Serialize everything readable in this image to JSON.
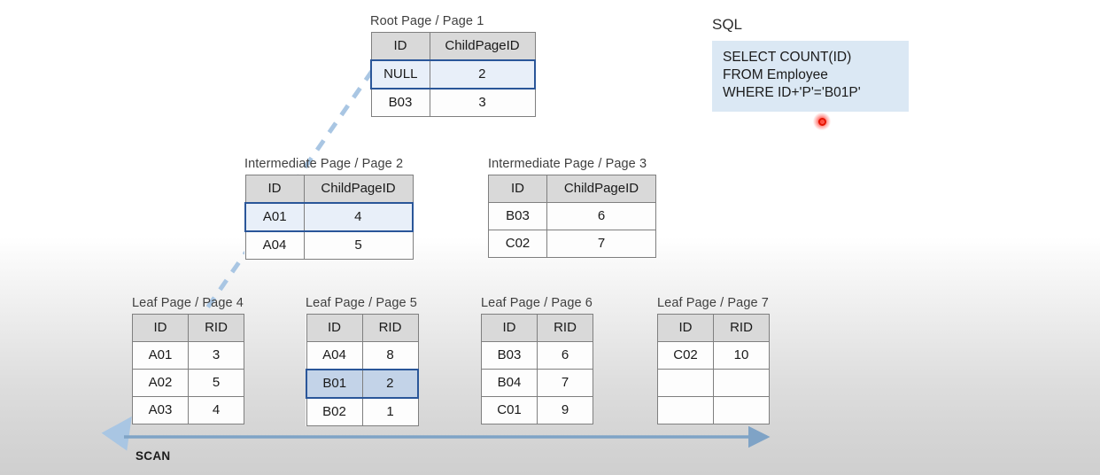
{
  "sql": {
    "label": "SQL",
    "lines": [
      "SELECT COUNT(ID)",
      "FROM Employee",
      "WHERE ID+'P'='B01P'"
    ],
    "panel_color": "#dbe8f4"
  },
  "scan": {
    "label": "SCAN",
    "arrow_color": "#7fa3c6"
  },
  "traversal_arrow": {
    "color": "#a9c6e3",
    "style": "dashed",
    "from": "Root Page / Page 1 NULL row",
    "to": "Leaf Page / Page 4"
  },
  "highlight": {
    "border_color": "#2a5699",
    "fill_light": "#e8eff9",
    "fill_strong": "#c3d3e8"
  },
  "nodes": [
    {
      "id": "root",
      "title": "Root Page / Page 1",
      "columns": [
        "ID",
        "ChildPageID"
      ],
      "rows": [
        {
          "cells": [
            "NULL",
            "2"
          ],
          "highlight": "light"
        },
        {
          "cells": [
            "B03",
            "3"
          ],
          "highlight": "none"
        }
      ]
    },
    {
      "id": "intermediate-2",
      "title": "Intermediate Page / Page 2",
      "columns": [
        "ID",
        "ChildPageID"
      ],
      "rows": [
        {
          "cells": [
            "A01",
            "4"
          ],
          "highlight": "light"
        },
        {
          "cells": [
            "A04",
            "5"
          ],
          "highlight": "none"
        }
      ]
    },
    {
      "id": "intermediate-3",
      "title": "Intermediate Page / Page 3",
      "columns": [
        "ID",
        "ChildPageID"
      ],
      "rows": [
        {
          "cells": [
            "B03",
            "6"
          ],
          "highlight": "none"
        },
        {
          "cells": [
            "C02",
            "7"
          ],
          "highlight": "none"
        }
      ]
    },
    {
      "id": "leaf-4",
      "title": "Leaf Page / Page 4",
      "columns": [
        "ID",
        "RID"
      ],
      "rows": [
        {
          "cells": [
            "A01",
            "3"
          ],
          "highlight": "none"
        },
        {
          "cells": [
            "A02",
            "5"
          ],
          "highlight": "none"
        },
        {
          "cells": [
            "A03",
            "4"
          ],
          "highlight": "none"
        }
      ]
    },
    {
      "id": "leaf-5",
      "title": "Leaf Page / Page 5",
      "columns": [
        "ID",
        "RID"
      ],
      "rows": [
        {
          "cells": [
            "A04",
            "8"
          ],
          "highlight": "none"
        },
        {
          "cells": [
            "B01",
            "2"
          ],
          "highlight": "strong"
        },
        {
          "cells": [
            "B02",
            "1"
          ],
          "highlight": "none"
        }
      ]
    },
    {
      "id": "leaf-6",
      "title": "Leaf Page / Page 6",
      "columns": [
        "ID",
        "RID"
      ],
      "rows": [
        {
          "cells": [
            "B03",
            "6"
          ],
          "highlight": "none"
        },
        {
          "cells": [
            "B04",
            "7"
          ],
          "highlight": "none"
        },
        {
          "cells": [
            "C01",
            "9"
          ],
          "highlight": "none"
        }
      ]
    },
    {
      "id": "leaf-7",
      "title": "Leaf Page / Page 7",
      "columns": [
        "ID",
        "RID"
      ],
      "rows": [
        {
          "cells": [
            "C02",
            "10"
          ],
          "highlight": "none"
        },
        {
          "cells": [
            "",
            ""
          ],
          "highlight": "none"
        },
        {
          "cells": [
            "",
            ""
          ],
          "highlight": "none"
        }
      ]
    }
  ]
}
